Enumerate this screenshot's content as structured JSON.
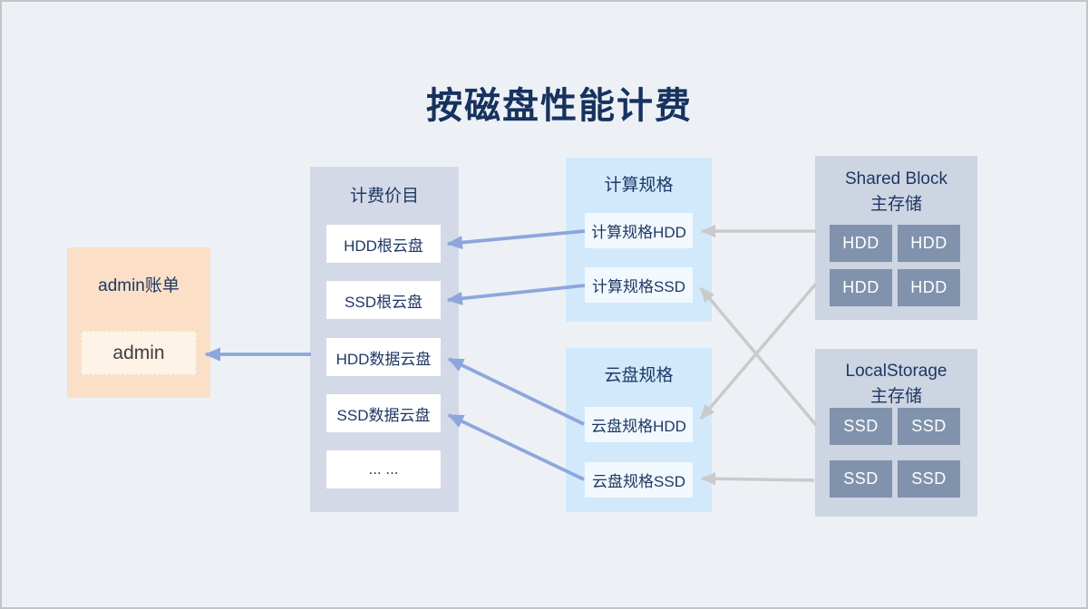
{
  "title": "按磁盘性能计费",
  "admin_bill": {
    "title": "admin账单",
    "item": "admin"
  },
  "price_list": {
    "title": "计费价目",
    "items": [
      "HDD根云盘",
      "SSD根云盘",
      "HDD数据云盘",
      "SSD数据云盘",
      "... ..."
    ]
  },
  "compute_spec": {
    "title": "计算规格",
    "items": [
      "计算规格HDD",
      "计算规格SSD"
    ]
  },
  "disk_spec": {
    "title": "云盘规格",
    "items": [
      "云盘规格HDD",
      "云盘规格SSD"
    ]
  },
  "shared_block": {
    "title_line1": "Shared Block",
    "title_line2": "主存储",
    "tiles": [
      "HDD",
      "HDD",
      "HDD",
      "HDD"
    ]
  },
  "local_storage": {
    "title_line1": "LocalStorage",
    "title_line2": "主存储",
    "tiles": [
      "SSD",
      "SSD",
      "SSD",
      "SSD"
    ]
  },
  "edges": [
    {
      "from": "price-list",
      "to": "admin-bill-item",
      "color": "blue"
    },
    {
      "from": "compute-spec-hdd",
      "to": "price-hdd-root-disk",
      "color": "blue"
    },
    {
      "from": "compute-spec-ssd",
      "to": "price-ssd-root-disk",
      "color": "blue"
    },
    {
      "from": "disk-spec-hdd",
      "to": "price-hdd-data-disk",
      "color": "blue"
    },
    {
      "from": "disk-spec-ssd",
      "to": "price-ssd-data-disk",
      "color": "blue"
    },
    {
      "from": "shared-block",
      "to": "compute-spec-hdd",
      "color": "gray"
    },
    {
      "from": "shared-block",
      "to": "disk-spec-hdd",
      "color": "gray"
    },
    {
      "from": "local-storage",
      "to": "compute-spec-ssd",
      "color": "gray"
    },
    {
      "from": "local-storage",
      "to": "disk-spec-ssd",
      "color": "gray"
    }
  ],
  "colors": {
    "background": "#edf1f6",
    "page_border": "#c2c4c7",
    "title_text": "#17325f",
    "label_text": "#1f3864",
    "admin_box": "#fbdfc7",
    "admin_inner": "#fdf3e6",
    "price_box": "#d4d9e7",
    "price_item": "#ffffff",
    "spec_box": "#d2e9fb",
    "spec_item": "#f1f8fe",
    "storage_box": "#cdd4e2",
    "storage_tile": "#8092ac",
    "tile_text": "#ffffff",
    "arrow_blue": "#8ea6dc",
    "arrow_gray": "#cacaca"
  }
}
